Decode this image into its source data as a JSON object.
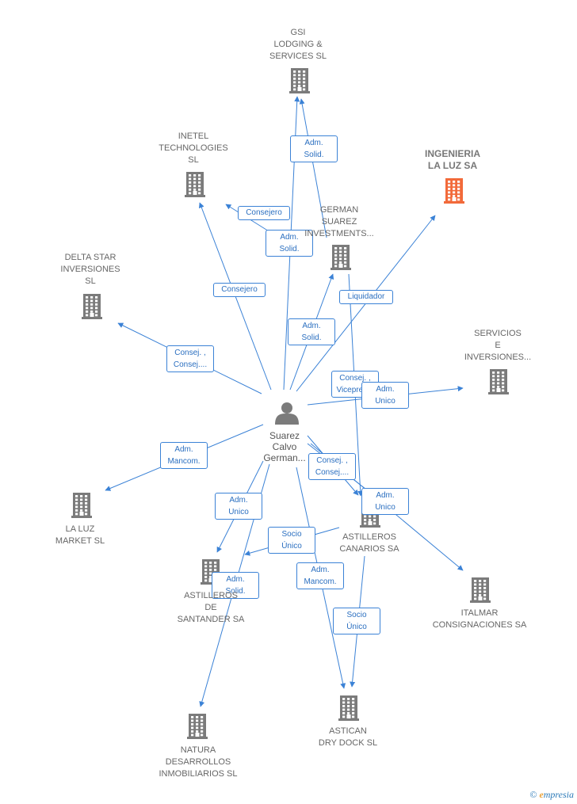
{
  "colors": {
    "edge": "#3b82d6",
    "building": "#7b7b7b",
    "highlight": "#f26a3a",
    "person": "#7b7b7b"
  },
  "center": {
    "label": "Suarez\nCalvo\nGerman...",
    "icon": "person-icon"
  },
  "companies": [
    {
      "id": "gsi",
      "label": "GSI\nLODGING &\nSERVICES  SL",
      "highlight": false
    },
    {
      "id": "inetel",
      "label": "INETEL\nTECHNOLOGIES\nSL",
      "highlight": false
    },
    {
      "id": "ingenieria",
      "label": "INGENIERIA\nLA LUZ SA",
      "highlight": true
    },
    {
      "id": "german",
      "label": "GERMAN\nSUAREZ\nINVESTMENTS...",
      "highlight": false
    },
    {
      "id": "delta",
      "label": "DELTA STAR\nINVERSIONES\nSL",
      "highlight": false
    },
    {
      "id": "servicios",
      "label": "SERVICIOS\nE\nINVERSIONES...",
      "highlight": false
    },
    {
      "id": "laluz",
      "label": "LA LUZ\nMARKET SL",
      "highlight": false
    },
    {
      "id": "canarias",
      "label": "ASTILLEROS\nCANARIOS SA",
      "highlight": false
    },
    {
      "id": "santander",
      "label": "ASTILLEROS\nDE\nSANTANDER SA",
      "highlight": false
    },
    {
      "id": "italmar",
      "label": "ITALMAR\nCONSIGNACIONES SA",
      "highlight": false
    },
    {
      "id": "astican",
      "label": "ASTICAN\nDRY DOCK  SL",
      "highlight": false
    },
    {
      "id": "natura",
      "label": "NATURA\nDESARROLLOS\nINMOBILIARIOS SL",
      "highlight": false
    }
  ],
  "edges": [
    {
      "from": "center",
      "to": "gsi",
      "label": "Adm.\nSolid."
    },
    {
      "from": "german",
      "to": "gsi",
      "label": "Adm.\nSolid."
    },
    {
      "from": "german",
      "to": "inetel",
      "label": "Consejero"
    },
    {
      "from": "center",
      "to": "inetel",
      "label": "Consejero"
    },
    {
      "from": "center",
      "to": "german",
      "label": "Adm.\nSolid."
    },
    {
      "from": "center",
      "to": "ingenieria",
      "label": "Liquidador"
    },
    {
      "from": "center",
      "to": "delta",
      "label": "Consej. ,\nConsej...."
    },
    {
      "from": "center",
      "to": "servicios",
      "label": "Consej. ,\nVicepres..."
    },
    {
      "from": "german",
      "to": "servicios",
      "label": "Adm.\nUnico"
    },
    {
      "from": "center",
      "to": "laluz",
      "label": "Adm.\nMancom."
    },
    {
      "from": "center",
      "to": "canarias",
      "label": "Consej. ,\nConsej...."
    },
    {
      "from": "german",
      "to": "canarias",
      "label": "Adm.\nUnico"
    },
    {
      "from": "center",
      "to": "italmar",
      "label": ""
    },
    {
      "from": "center",
      "to": "santander",
      "label": "Adm.\nUnico"
    },
    {
      "from": "canarias",
      "to": "santander",
      "label": "Socio\nÚnico"
    },
    {
      "from": "center",
      "to": "natura",
      "label": "Adm.\nSolid."
    },
    {
      "from": "center",
      "to": "astican",
      "label": "Adm.\nMancom."
    },
    {
      "from": "canarias",
      "to": "astican",
      "label": "Socio\nÚnico"
    }
  ],
  "footer": {
    "copyright": "©",
    "brand_e": "e",
    "brand_rest": "mpresia"
  }
}
